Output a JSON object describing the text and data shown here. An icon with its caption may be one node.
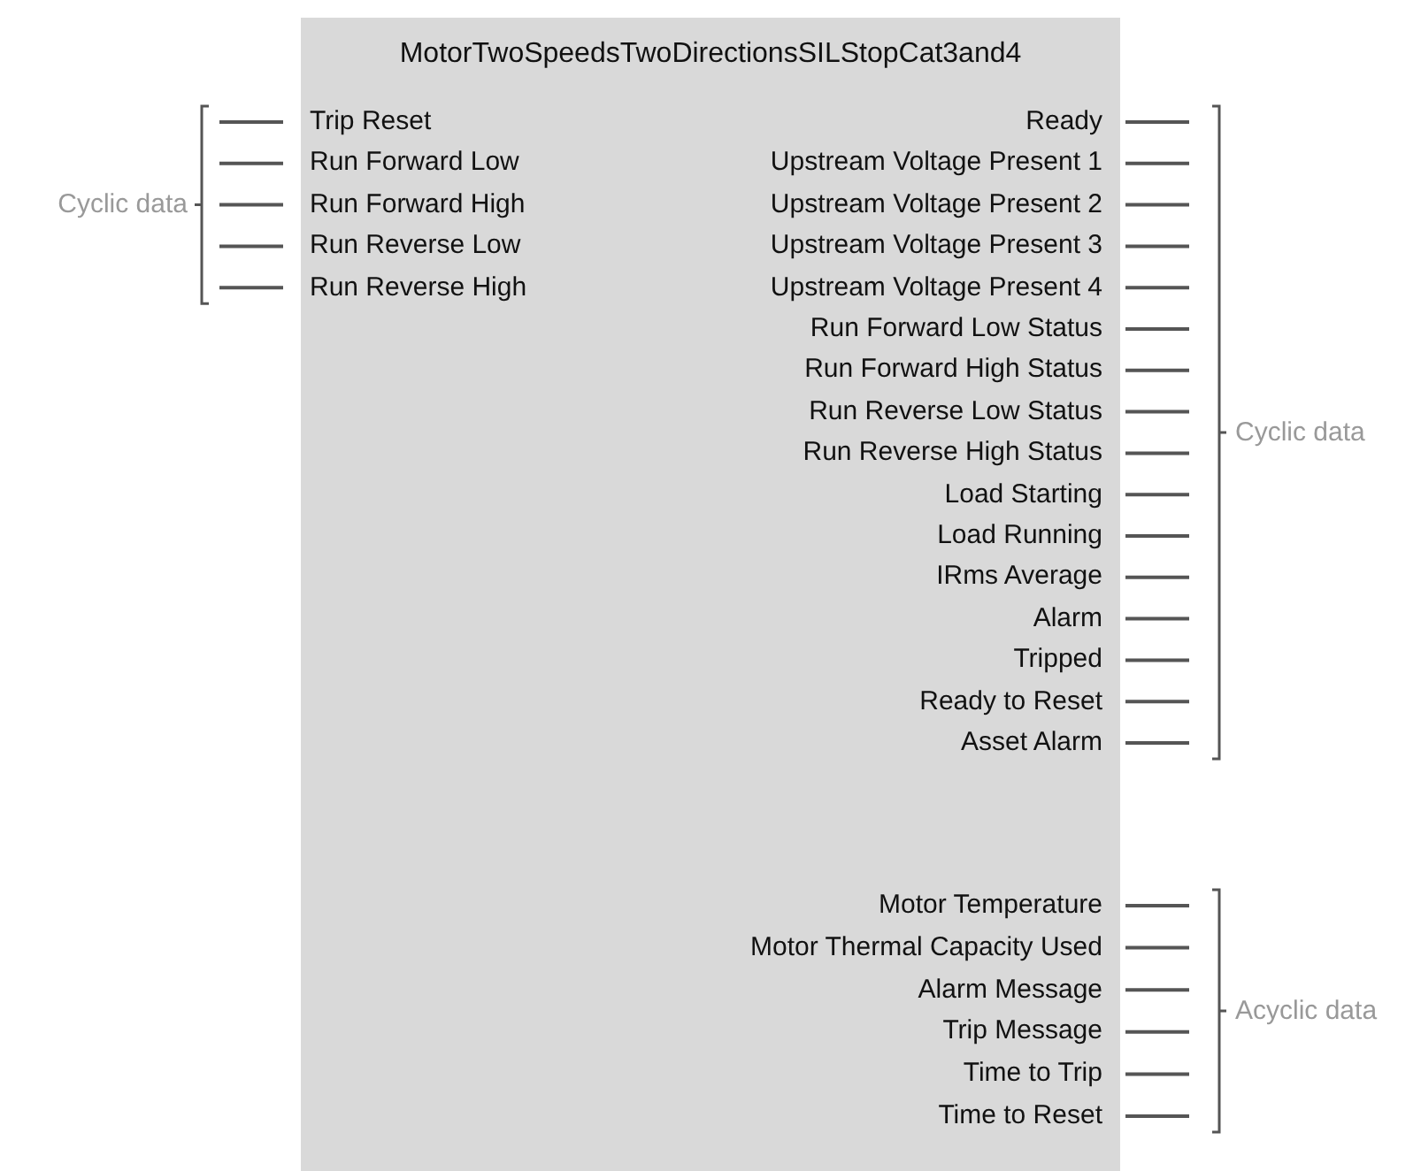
{
  "diagram": {
    "nodes": [
      {
        "text": [
          "MotorTwoSpeedsTwoDirectionsSILStopCat3and4"
        ]
      }
    ],
    "labels": [
      "Cyclic data",
      "Trip Reset",
      "Run Forward Low",
      "Run Forward High",
      "Run Reverse Low",
      "Run Reverse High",
      "Ready",
      "Upstream Voltage Present 1",
      "Upstream Voltage Present 2",
      "Upstream Voltage Present 3",
      "Upstream Voltage Present 4",
      "Run Forward Low Status",
      "Run Forward High Status",
      "Run Reverse Low Status",
      "Run Reverse High Status",
      "Load Starting",
      "Load Running",
      "IRms Average",
      "Alarm",
      "Tripped",
      "Ready to Reset",
      "Asset Alarm",
      "Cyclic data",
      "Motor Temperature",
      "Motor Thermal Capacity Used",
      "Alarm Message",
      "Trip Message",
      "Time to Trip",
      "Time to Reset",
      "Acyclic data"
    ]
  }
}
